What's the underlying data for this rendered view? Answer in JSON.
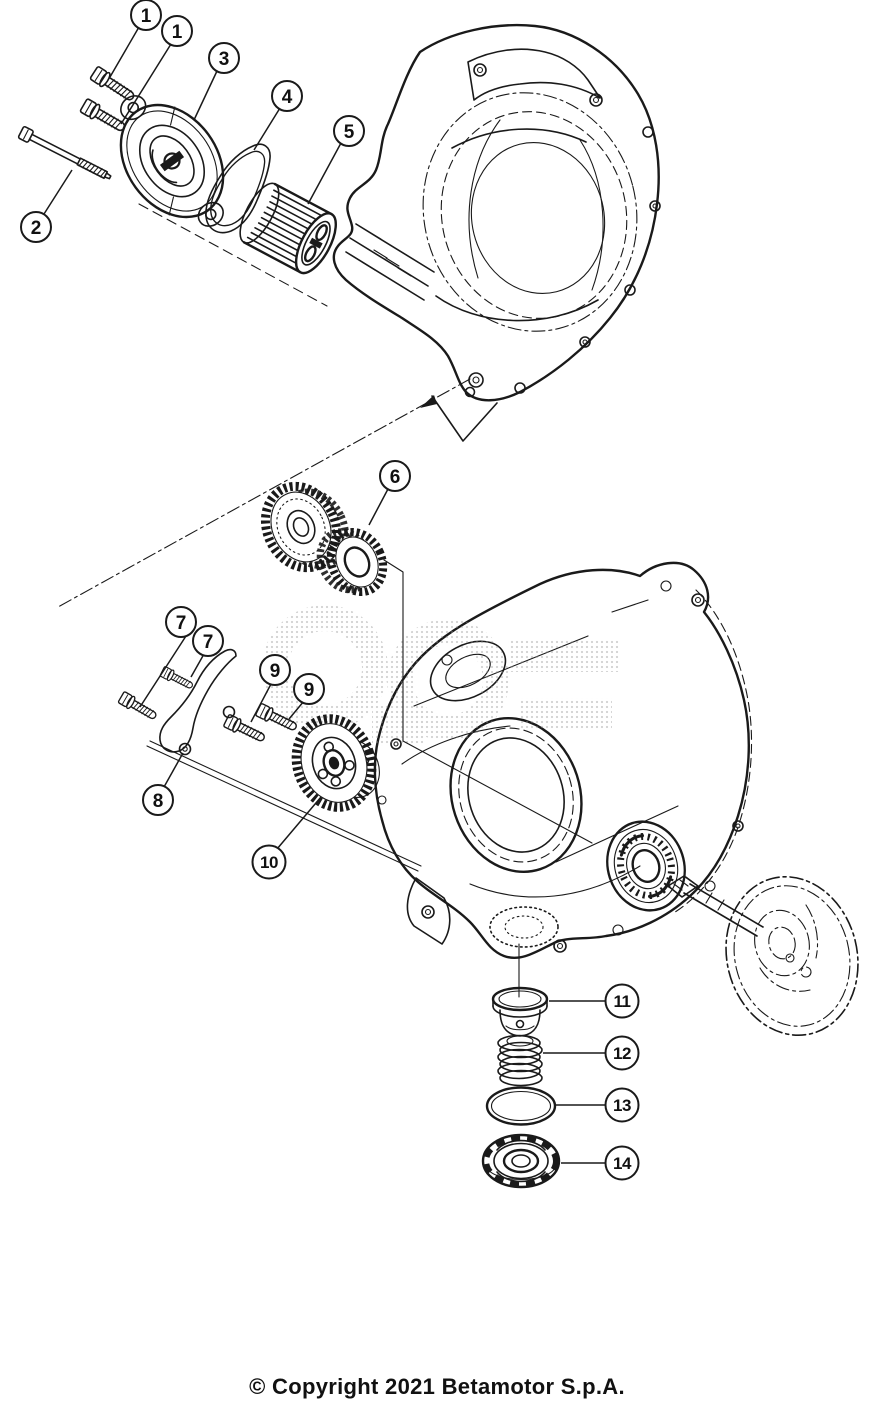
{
  "diagram": {
    "callouts": [
      {
        "label": "1"
      },
      {
        "label": "1"
      },
      {
        "label": "3"
      },
      {
        "label": "4"
      },
      {
        "label": "5"
      },
      {
        "label": "2"
      },
      {
        "label": "6"
      },
      {
        "label": "7"
      },
      {
        "label": "7"
      },
      {
        "label": "9"
      },
      {
        "label": "9"
      },
      {
        "label": "8"
      },
      {
        "label": "10"
      },
      {
        "label": "11"
      },
      {
        "label": "12"
      },
      {
        "label": "13"
      },
      {
        "label": "14"
      }
    ],
    "footer": {
      "copyright": "© Copyright 2021 Betamotor S.p.A."
    },
    "colors": {
      "line": "#1a1a1a",
      "background": "#ffffff",
      "watermark_dots": "#8f8f8f"
    },
    "watermark": "faint halftone dot watermark (unreadable)"
  }
}
